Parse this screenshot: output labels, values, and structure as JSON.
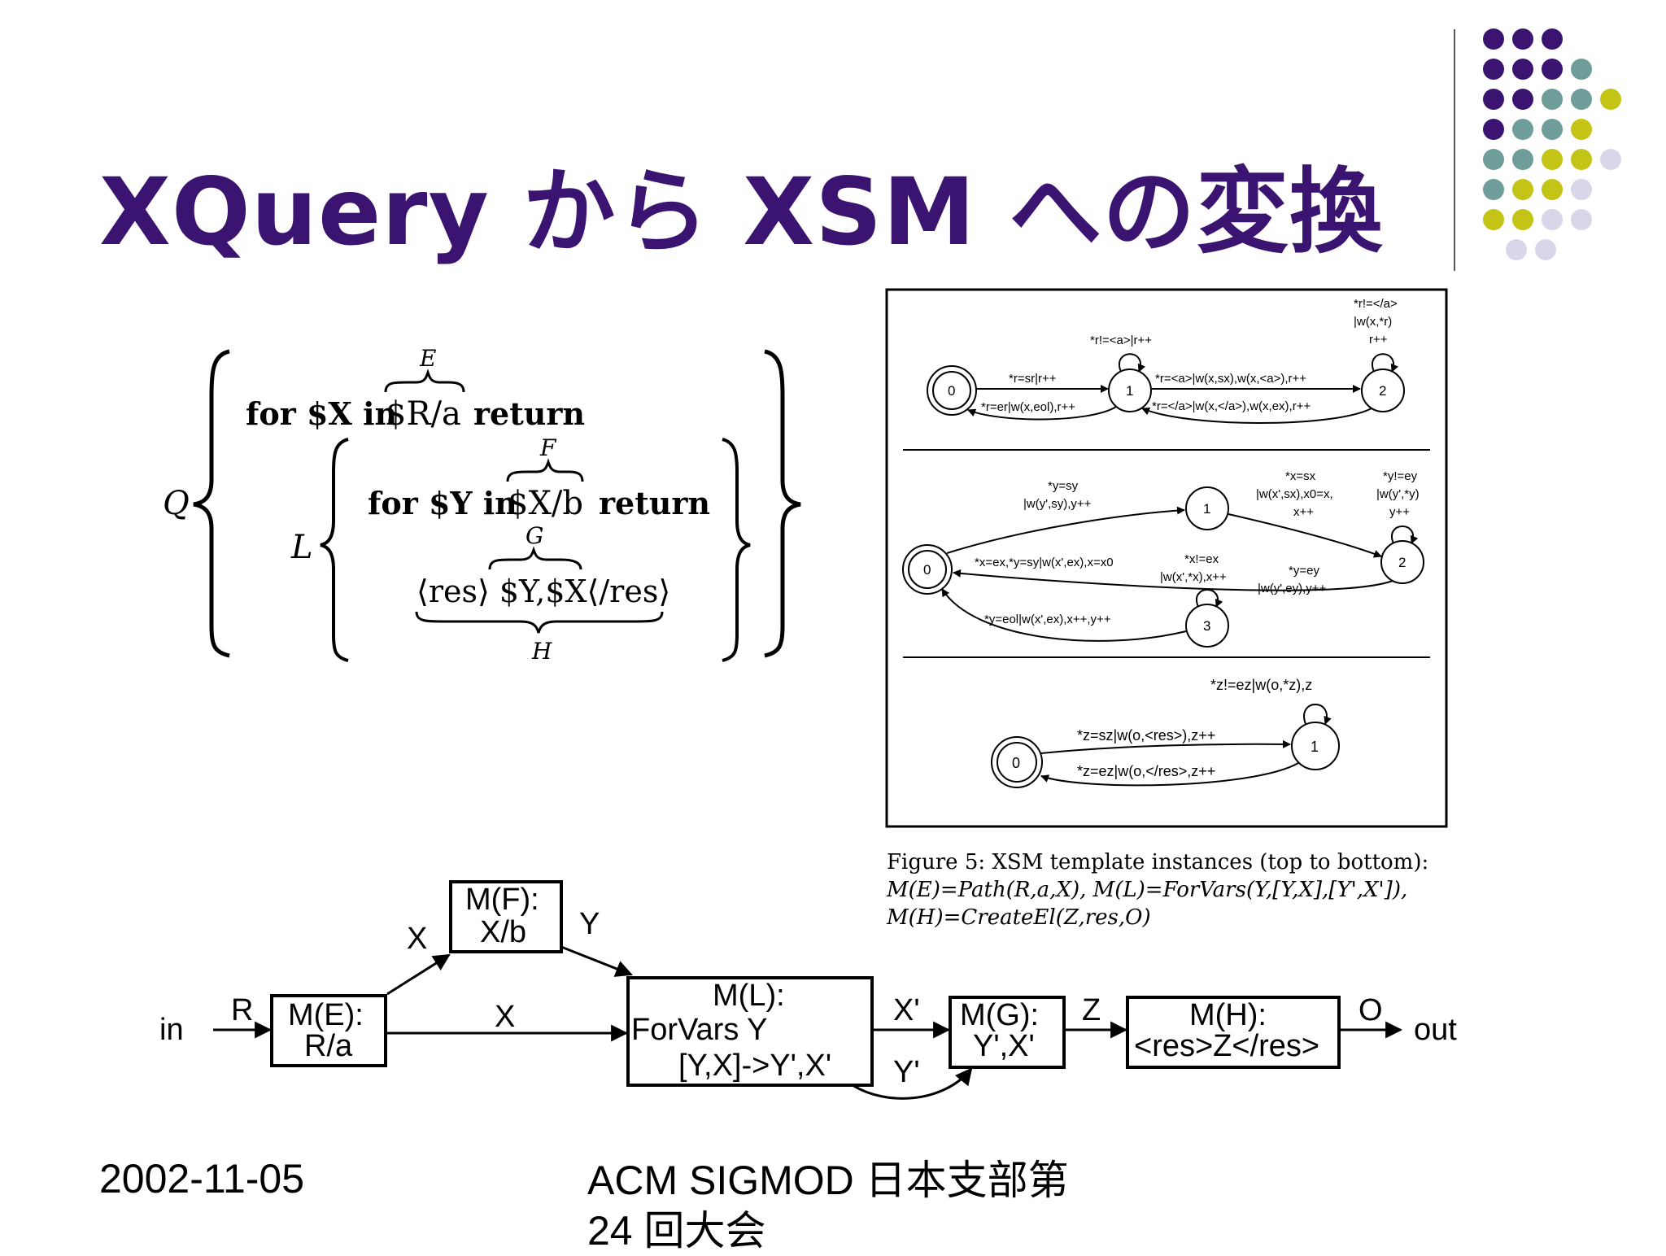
{
  "slide": {
    "title": "XQuery から XSM への変換",
    "footer_date": "2002-11-05",
    "footer_event_line1": "ACM SIGMOD 日本支部第",
    "footer_event_line2": "24 回大会"
  },
  "colors": {
    "title": "#3a1470",
    "dot_purple": "#3a1470",
    "dot_teal": "#6f9d9a",
    "dot_olive": "#c4c417",
    "dot_lavender": "#d9d6ea"
  },
  "decoration": {
    "dot_rows": [
      [
        "purple",
        "purple",
        "purple"
      ],
      [
        "purple",
        "purple",
        "purple",
        "teal"
      ],
      [
        "purple",
        "purple",
        "teal",
        "teal",
        "olive"
      ],
      [
        "purple",
        "teal",
        "teal",
        "olive"
      ],
      [
        "teal",
        "teal",
        "olive",
        "olive",
        "lavender"
      ],
      [
        "teal",
        "olive",
        "olive",
        "lavender"
      ],
      [
        "olive",
        "olive",
        "lavender",
        "lavender"
      ],
      [
        "lavender",
        "lavender"
      ]
    ]
  },
  "query": {
    "q_label": "Q",
    "l_label": "L",
    "line1_for": "for $X in",
    "line1_path": "$R/a",
    "line1_return": "return",
    "brace_e": "E",
    "line2_for": "for $Y in",
    "line2_path": "$X/b",
    "line2_return": "return",
    "brace_f": "F",
    "line3_text": "⟨res⟩ $Y,$X⟨/res⟩",
    "brace_g": "G",
    "brace_h": "H"
  },
  "xsm": {
    "m1": {
      "state0": "0",
      "state1": "1",
      "state2": "2",
      "self1": "*r!=<a>|r++",
      "self2_l1": "*r!=</a>",
      "self2_l2": "|w(x,*r)",
      "self2_l3": "r++",
      "e01": "*r=sr|r++",
      "e10": "*r=er|w(x,eol),r++",
      "e12": "*r=<a>|w(x,sx),w(x,<a>),r++",
      "e21": "*r=</a>|w(x,</a>),w(x,ex),r++"
    },
    "m2": {
      "state0": "0",
      "state1": "1",
      "state2": "2",
      "state3": "3",
      "e01_l1": "*y=sy",
      "e01_l2": "|w(y',sy),y++",
      "e12_l1": "*x=sx",
      "e12_l2": "|w(x',sx),x0=x,",
      "e12_l3": "x++",
      "self2_l1": "*y!=ey",
      "self2_l2": "|w(y',*y)",
      "self2_l3": "y++",
      "e20": "*x=ex,*y=sy|w(x',ex),x=x0",
      "self3_l1": "*x!=ex",
      "self3_l2": "|w(x',*x),x++",
      "e23_l1": "*y=ey",
      "e23_l2": "|w(y',ey),y++",
      "e30": "*y=eol|w(x',ex),x++,y++"
    },
    "m3": {
      "state0": "0",
      "state1": "1",
      "self1": "*z!=ez|w(o,*z),z",
      "e01": "*z=sz|w(o,<res>),z++",
      "e10": "*z=ez|w(o,</res>,z++"
    }
  },
  "caption": {
    "line1": "Figure 5:  XSM template instances (top to bottom):",
    "line2": "M(E)=Path(R,a,X),   M(L)=ForVars(Y,[Y,X],[Y',X']),",
    "line3": "M(H)=CreateEl(Z,res,O)"
  },
  "pipeline": {
    "in_label": "in",
    "out_label": "out",
    "me_title": "M(E):",
    "me_body": "R/a",
    "mf_title": "M(F):",
    "mf_body": "X/b",
    "ml_title": "M(L):",
    "ml_body1": "ForVars Y",
    "ml_body2": "[Y,X]->Y',X'",
    "mg_title": "M(G):",
    "mg_body": "Y',X'",
    "mh_title": "M(H):",
    "mh_body": "<res>Z</res>",
    "edge_r": "R",
    "edge_x_up": "X",
    "edge_y": "Y",
    "edge_x_mid": "X",
    "edge_xprime": "X'",
    "edge_yprime": "Y'",
    "edge_z": "Z",
    "edge_o": "O"
  }
}
